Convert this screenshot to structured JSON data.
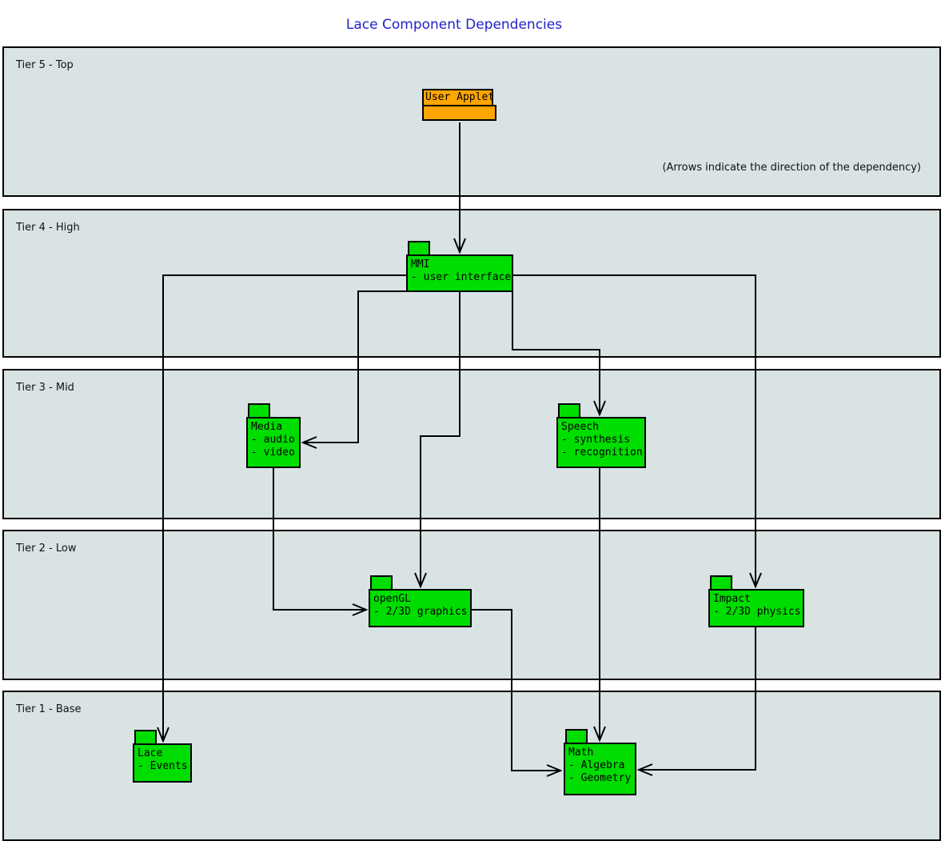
{
  "title": "Lace Component Dependencies",
  "annotation": "(Arrows indicate the direction of the dependency)",
  "colors": {
    "title_blue": "#2222cc",
    "tier_background": "#d9e3e3",
    "component_green": "#00dd00",
    "applet_orange": "#ffa500",
    "line_black": "#000000"
  },
  "tiers": [
    {
      "label": "Tier 5 - Top"
    },
    {
      "label": "Tier 4 - High"
    },
    {
      "label": "Tier 3 - Mid"
    },
    {
      "label": "Tier 2 - Low"
    },
    {
      "label": "Tier 1 - Base"
    }
  ],
  "components": {
    "user_applet": {
      "title": "User Applet",
      "lines": []
    },
    "mmi": {
      "title": "MMI",
      "lines": [
        "- user interface"
      ]
    },
    "media": {
      "title": "Media",
      "lines": [
        "- audio",
        "- video"
      ]
    },
    "speech": {
      "title": "Speech",
      "lines": [
        "- synthesis",
        "- recognition"
      ]
    },
    "opengl": {
      "title": "openGL",
      "lines": [
        "- 2/3D graphics"
      ]
    },
    "impact": {
      "title": "Impact",
      "lines": [
        "- 2/3D physics"
      ]
    },
    "lace": {
      "title": "Lace",
      "lines": [
        "- Events"
      ]
    },
    "math": {
      "title": "Math",
      "lines": [
        "- Algebra",
        "- Geometry"
      ]
    }
  },
  "edges": [
    {
      "from": "User Applet",
      "to": "MMI"
    },
    {
      "from": "MMI",
      "to": "Lace"
    },
    {
      "from": "MMI",
      "to": "Impact"
    },
    {
      "from": "MMI",
      "to": "Media"
    },
    {
      "from": "MMI",
      "to": "openGL"
    },
    {
      "from": "MMI",
      "to": "Speech"
    },
    {
      "from": "Media",
      "to": "openGL"
    },
    {
      "from": "openGL",
      "to": "Math"
    },
    {
      "from": "Speech",
      "to": "Math"
    },
    {
      "from": "Impact",
      "to": "Math"
    }
  ]
}
